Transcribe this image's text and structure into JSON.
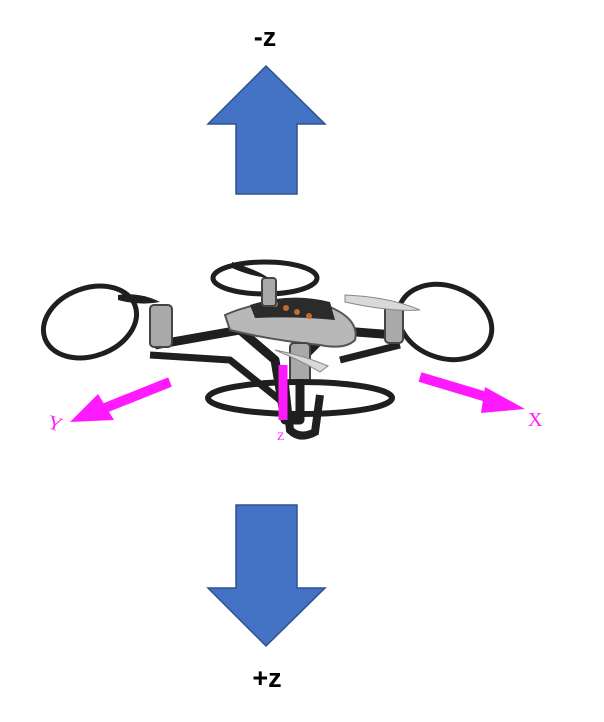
{
  "labels": {
    "top_axis": "-z",
    "bottom_axis": "+z",
    "x_axis": "X",
    "y_axis": "Y",
    "z_axis": "Z"
  },
  "colors": {
    "arrow_fill": "#4472c4",
    "arrow_stroke": "#2f528f",
    "axis_color": "#ff19ff",
    "drone_frame": "#1f1f1f",
    "drone_body": "#b8b8b8"
  },
  "icons": {
    "top_arrow": "arrow-up-icon",
    "bottom_arrow": "arrow-down-icon",
    "drone": "quadcopter-drone"
  }
}
